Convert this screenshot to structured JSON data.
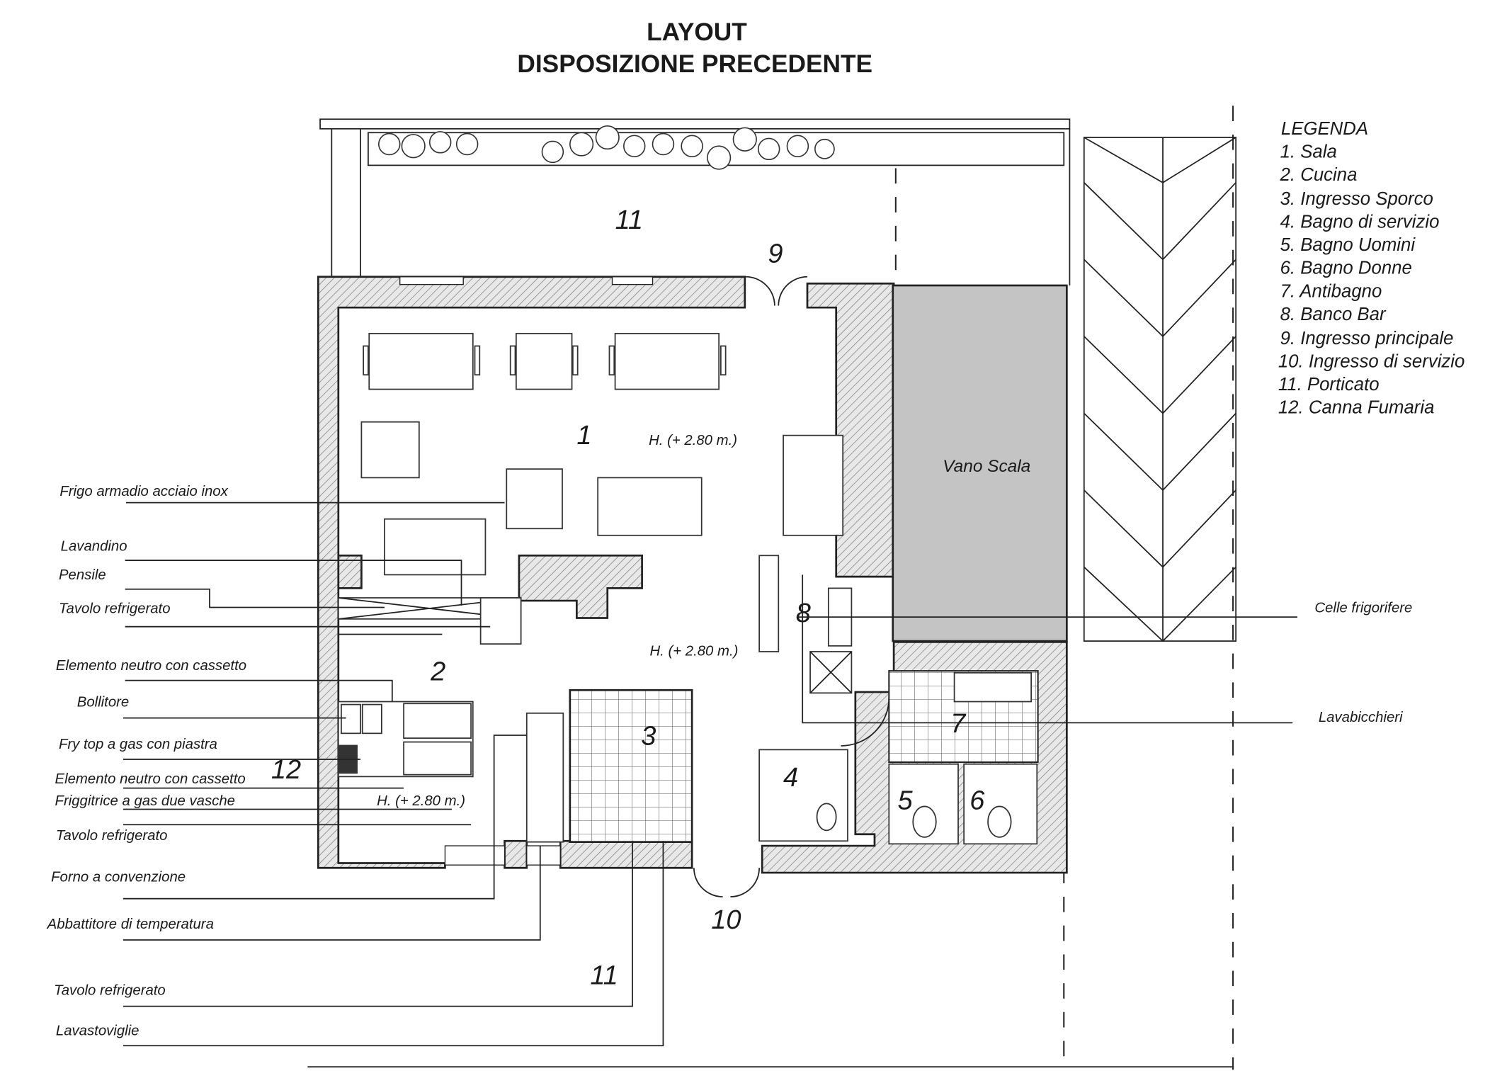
{
  "title": {
    "line1": "LAYOUT",
    "line2": "DISPOSIZIONE PRECEDENTE"
  },
  "legend": {
    "heading": "LEGENDA",
    "items": [
      "1. Sala",
      "2. Cucina",
      "3. Ingresso Sporco",
      "4. Bagno di servizio",
      "5. Bagno Uomini",
      "6. Bagno Donne",
      "7. Antibagno",
      "8. Banco Bar",
      "9. Ingresso principale",
      "10. Ingresso di servizio",
      "11. Porticato",
      "12. Canna Fumaria"
    ]
  },
  "equipment_labels": [
    "Frigo armadio acciaio inox",
    "Lavandino",
    "Pensile",
    "Tavolo refrigerato",
    "Elemento neutro con cassetto",
    "Bollitore",
    "Fry top a gas con piastra",
    "Elemento neutro con cassetto",
    "Friggitrice a gas due vasche",
    "Tavolo refrigerato",
    "Forno  a convenzione",
    "Abbattitore di temperatura",
    "Tavolo refrigerato",
    "Lavastoviglie"
  ],
  "right_labels": [
    "Celle frigorifere",
    "Lavabicchieri"
  ],
  "rooms": {
    "porch_top": "11",
    "entrance_main": "9",
    "sala": "1",
    "height_sala": "H. (+ 2.80 m.)",
    "stair": "Vano Scala",
    "bar": "8",
    "kitchen": "2",
    "height_mid": "H. (+ 2.80 m.)",
    "dirty_entry": "3",
    "antibagno": "7",
    "service_bath": "4",
    "men": "5",
    "women": "6",
    "flue": "12",
    "height_kitchen": "H. (+ 2.80 m.)",
    "entrance_service": "10",
    "porch_bottom": "11"
  }
}
